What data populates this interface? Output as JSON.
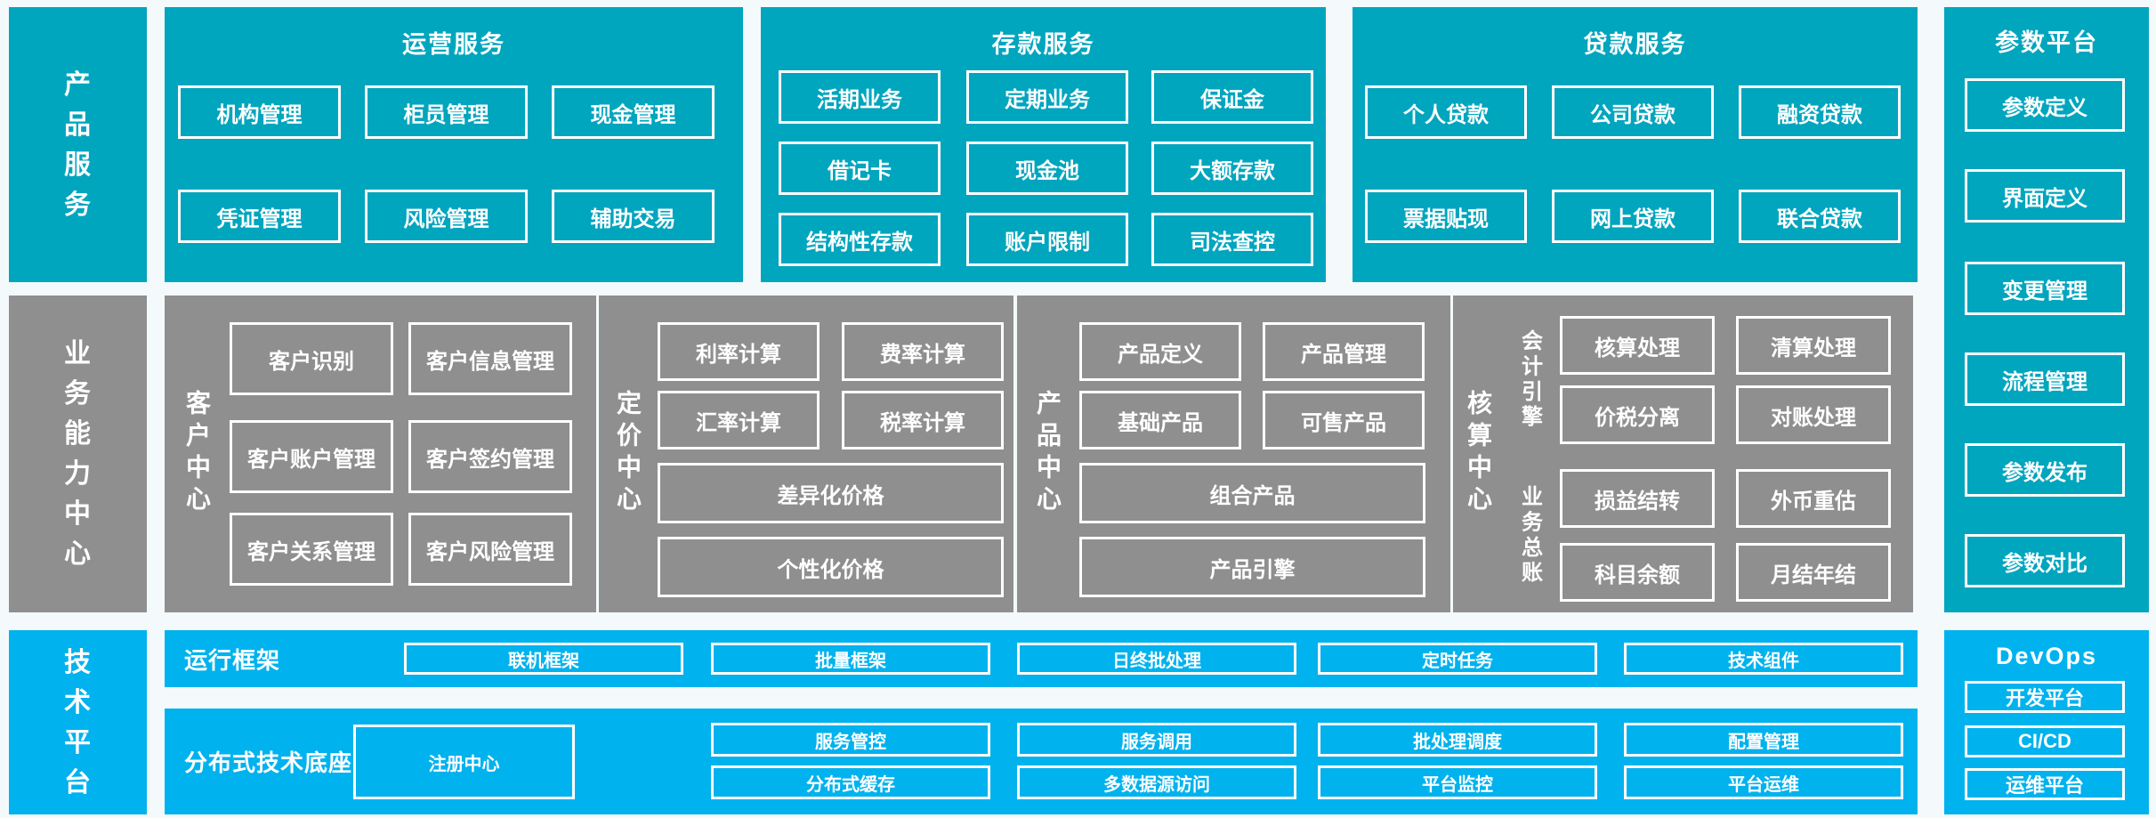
{
  "colors": {
    "tier_product": "#00A5BE",
    "tier_business": "#8F8F8F",
    "tier_tech": "#00B2EE",
    "background": "#F4FAFC",
    "box_border": "#FFFFFF",
    "text": "#FFFFFF"
  },
  "sidebars": {
    "product": "产品服务",
    "business": "业务能力中心",
    "tech": "技术平台"
  },
  "operations": {
    "title": "运营服务",
    "items": [
      "机构管理",
      "柜员管理",
      "现金管理",
      "凭证管理",
      "风险管理",
      "辅助交易"
    ]
  },
  "deposit": {
    "title": "存款服务",
    "items": [
      "活期业务",
      "定期业务",
      "保证金",
      "借记卡",
      "现金池",
      "大额存款",
      "结构性存款",
      "账户限制",
      "司法查控"
    ]
  },
  "loan": {
    "title": "贷款服务",
    "items": [
      "个人贷款",
      "公司贷款",
      "融资贷款",
      "票据贴现",
      "网上贷款",
      "联合贷款"
    ]
  },
  "params": {
    "title": "参数平台",
    "items": [
      "参数定义",
      "界面定义",
      "变更管理",
      "流程管理",
      "参数发布",
      "参数对比"
    ]
  },
  "customer": {
    "label": "客户中心",
    "items": [
      "客户识别",
      "客户信息管理",
      "客户账户管理",
      "客户签约管理",
      "客户关系管理",
      "客户风险管理"
    ]
  },
  "pricing": {
    "label": "定价中心",
    "items": [
      "利率计算",
      "费率计算",
      "汇率计算",
      "税率计算"
    ],
    "wide": [
      "差异化价格",
      "个性化价格"
    ]
  },
  "product_center": {
    "label": "产品中心",
    "items": [
      "产品定义",
      "产品管理",
      "基础产品",
      "可售产品"
    ],
    "wide": [
      "组合产品",
      "产品引擎"
    ]
  },
  "accounting": {
    "label": "核算中心",
    "groups": [
      {
        "label": "会计引擎",
        "items": [
          "核算处理",
          "清算处理",
          "价税分离",
          "对账处理"
        ]
      },
      {
        "label": "业务总账",
        "items": [
          "损益结转",
          "外币重估",
          "科目余额",
          "月结年结"
        ]
      }
    ]
  },
  "runtime": {
    "label": "运行框架",
    "items": [
      "联机框架",
      "批量框架",
      "日终批处理",
      "定时任务",
      "技术组件"
    ]
  },
  "distributed": {
    "label": "分布式技术底座",
    "registry": "注册中心",
    "items": [
      "服务管控",
      "服务调用",
      "批处理调度",
      "配置管理",
      "分布式缓存",
      "多数据源访问",
      "平台监控",
      "平台运维"
    ]
  },
  "devops": {
    "title": "DevOps",
    "items": [
      "开发平台",
      "CI/CD",
      "运维平台"
    ]
  }
}
